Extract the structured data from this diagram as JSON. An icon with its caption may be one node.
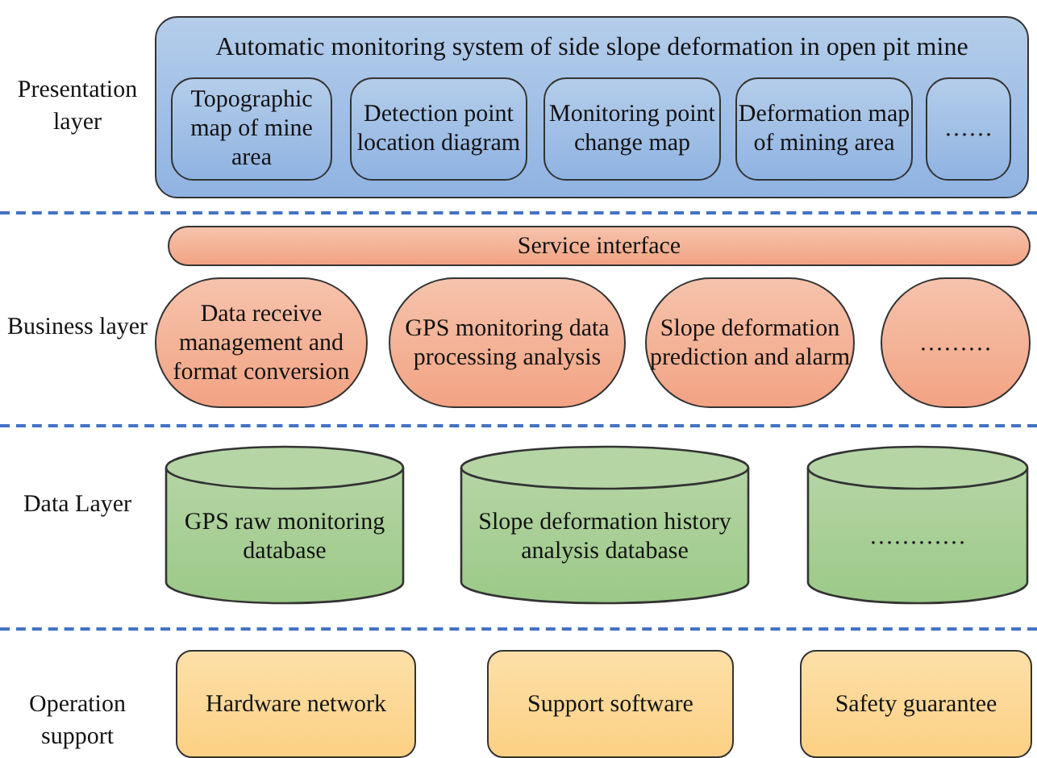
{
  "diagram": {
    "nodes": [
      {
        "text": [
          "Automatic monitoring system of side slope deformation in open pit mine"
        ]
      },
      {
        "text": [
          "Topographic map of mine area"
        ],
        "in": 0
      },
      {
        "text": [
          "Detection point location diagram"
        ],
        "in": 0
      },
      {
        "text": [
          "Monitoring point change map"
        ],
        "in": 0
      },
      {
        "text": [
          "Deformation map of mining area"
        ],
        "in": 0
      },
      {
        "text": [
          "……"
        ],
        "in": 0
      },
      {
        "text": [
          "Service interface"
        ]
      },
      {
        "text": [
          "Data receive management and format conversion"
        ]
      },
      {
        "text": [
          "GPS monitoring data processing analysis"
        ]
      },
      {
        "text": [
          "Slope deformation prediction and alarm"
        ]
      },
      {
        "text": [
          "………"
        ]
      },
      {
        "text": [
          "GPS raw monitoring database"
        ]
      },
      {
        "text": [
          "Slope deformation history analysis database"
        ]
      },
      {
        "text": [
          "…………"
        ]
      },
      {
        "text": [
          "Hardware network"
        ]
      },
      {
        "text": [
          "Support software"
        ]
      },
      {
        "text": [
          "Safety guarantee"
        ]
      }
    ],
    "edges": [],
    "labels": [
      "Presentation layer",
      "Business layer",
      "Data Layer",
      "Operation support"
    ]
  }
}
